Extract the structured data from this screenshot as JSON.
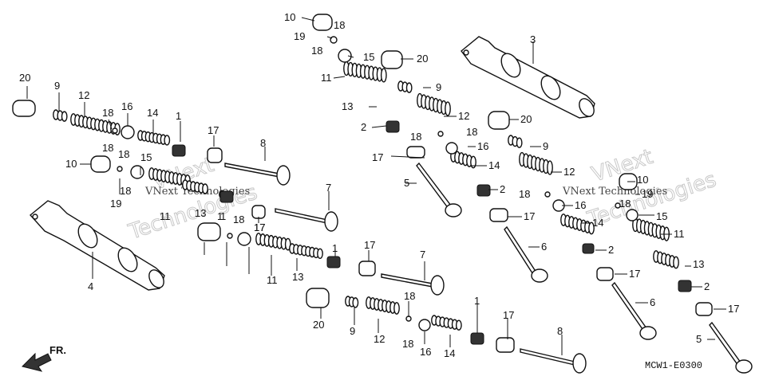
{
  "diagram_code": "MCW1-E0300",
  "front_arrow_label": "FR.",
  "watermark": {
    "line1": "VNext",
    "line2": "Technologies",
    "small": "VNext Technologies"
  },
  "callouts": [
    {
      "id": "c1",
      "text": "10"
    },
    {
      "id": "c2",
      "text": "18"
    },
    {
      "id": "c3",
      "text": "19"
    },
    {
      "id": "c4",
      "text": "18"
    },
    {
      "id": "c5",
      "text": "15"
    },
    {
      "id": "c6",
      "text": "20"
    },
    {
      "id": "c7",
      "text": "11"
    },
    {
      "id": "c8",
      "text": "9"
    },
    {
      "id": "c9",
      "text": "13"
    },
    {
      "id": "c10",
      "text": "12"
    },
    {
      "id": "c11",
      "text": "2"
    },
    {
      "id": "c12",
      "text": "18"
    },
    {
      "id": "c13",
      "text": "18"
    },
    {
      "id": "c14",
      "text": "16"
    },
    {
      "id": "c15",
      "text": "17"
    },
    {
      "id": "c16",
      "text": "14"
    },
    {
      "id": "c17",
      "text": "5"
    },
    {
      "id": "c18",
      "text": "2"
    },
    {
      "id": "c19",
      "text": "3"
    },
    {
      "id": "c20",
      "text": "20"
    },
    {
      "id": "c21",
      "text": "9"
    },
    {
      "id": "c22",
      "text": "12"
    },
    {
      "id": "c23",
      "text": "17"
    },
    {
      "id": "c24",
      "text": "18"
    },
    {
      "id": "c25",
      "text": "16"
    },
    {
      "id": "c26",
      "text": "10"
    },
    {
      "id": "c27",
      "text": "19"
    },
    {
      "id": "c28",
      "text": "18"
    },
    {
      "id": "c29",
      "text": "15"
    },
    {
      "id": "c30",
      "text": "14"
    },
    {
      "id": "c31",
      "text": "11"
    },
    {
      "id": "c32",
      "text": "6"
    },
    {
      "id": "c33",
      "text": "2"
    },
    {
      "id": "c34",
      "text": "13"
    },
    {
      "id": "c35",
      "text": "17"
    },
    {
      "id": "c36",
      "text": "2"
    },
    {
      "id": "c37",
      "text": "6"
    },
    {
      "id": "c38",
      "text": "17"
    },
    {
      "id": "c39",
      "text": "5"
    },
    {
      "id": "c40",
      "text": "20"
    },
    {
      "id": "c41",
      "text": "9"
    },
    {
      "id": "c42",
      "text": "12"
    },
    {
      "id": "c43",
      "text": "18"
    },
    {
      "id": "c44",
      "text": "18"
    },
    {
      "id": "c45",
      "text": "16"
    },
    {
      "id": "c46",
      "text": "14"
    },
    {
      "id": "c47",
      "text": "1"
    },
    {
      "id": "c48",
      "text": "17"
    },
    {
      "id": "c49",
      "text": "8"
    },
    {
      "id": "c50",
      "text": "10"
    },
    {
      "id": "c51",
      "text": "18"
    },
    {
      "id": "c52",
      "text": "15"
    },
    {
      "id": "c53",
      "text": "18"
    },
    {
      "id": "c54",
      "text": "19"
    },
    {
      "id": "c55",
      "text": "11"
    },
    {
      "id": "c56",
      "text": "13"
    },
    {
      "id": "c57",
      "text": "1"
    },
    {
      "id": "c58",
      "text": "17"
    },
    {
      "id": "c59",
      "text": "7"
    },
    {
      "id": "c60",
      "text": "4"
    },
    {
      "id": "c61",
      "text": "1"
    },
    {
      "id": "c62",
      "text": "17"
    },
    {
      "id": "c63",
      "text": "18"
    },
    {
      "id": "c64",
      "text": "20"
    },
    {
      "id": "c65",
      "text": "9"
    },
    {
      "id": "c66",
      "text": "12"
    },
    {
      "id": "c67",
      "text": "18"
    },
    {
      "id": "c68",
      "text": "18"
    },
    {
      "id": "c69",
      "text": "16"
    },
    {
      "id": "c70",
      "text": "14"
    },
    {
      "id": "c71",
      "text": "1"
    },
    {
      "id": "c72",
      "text": "17"
    },
    {
      "id": "c73",
      "text": "8"
    },
    {
      "id": "c74",
      "text": "17"
    },
    {
      "id": "c75",
      "text": "7"
    },
    {
      "id": "c76",
      "text": "11"
    },
    {
      "id": "c77",
      "text": "13"
    },
    {
      "id": "c78",
      "text": "1"
    }
  ]
}
